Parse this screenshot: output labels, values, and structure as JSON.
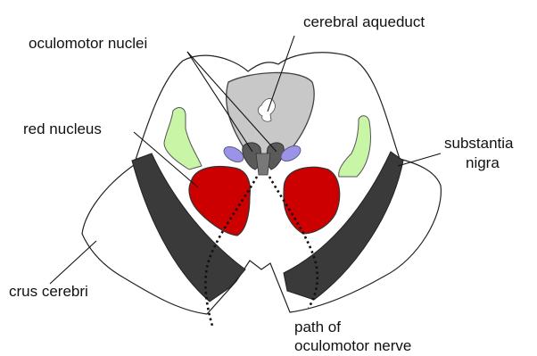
{
  "labels": {
    "cerebral_aqueduct": "cerebral aqueduct",
    "oculomotor_nuclei": "oculomotor nuclei",
    "red_nucleus": "red nucleus",
    "substantia_nigra_line1": "substantia",
    "substantia_nigra_line2": "nigra",
    "crus_cerebri": "crus cerebri",
    "path_line1": "path of",
    "path_line2": "oculomotor nerve"
  },
  "colors": {
    "outline": "#222222",
    "periaqueductal_gray": "#c8c8c8",
    "nuclei_dark": "#5a5a5a",
    "nuclei_purple": "#9b93e8",
    "red_nucleus": "#cc0000",
    "green_region": "#c8f5a6",
    "crus_dark": "#3a3a3a"
  }
}
